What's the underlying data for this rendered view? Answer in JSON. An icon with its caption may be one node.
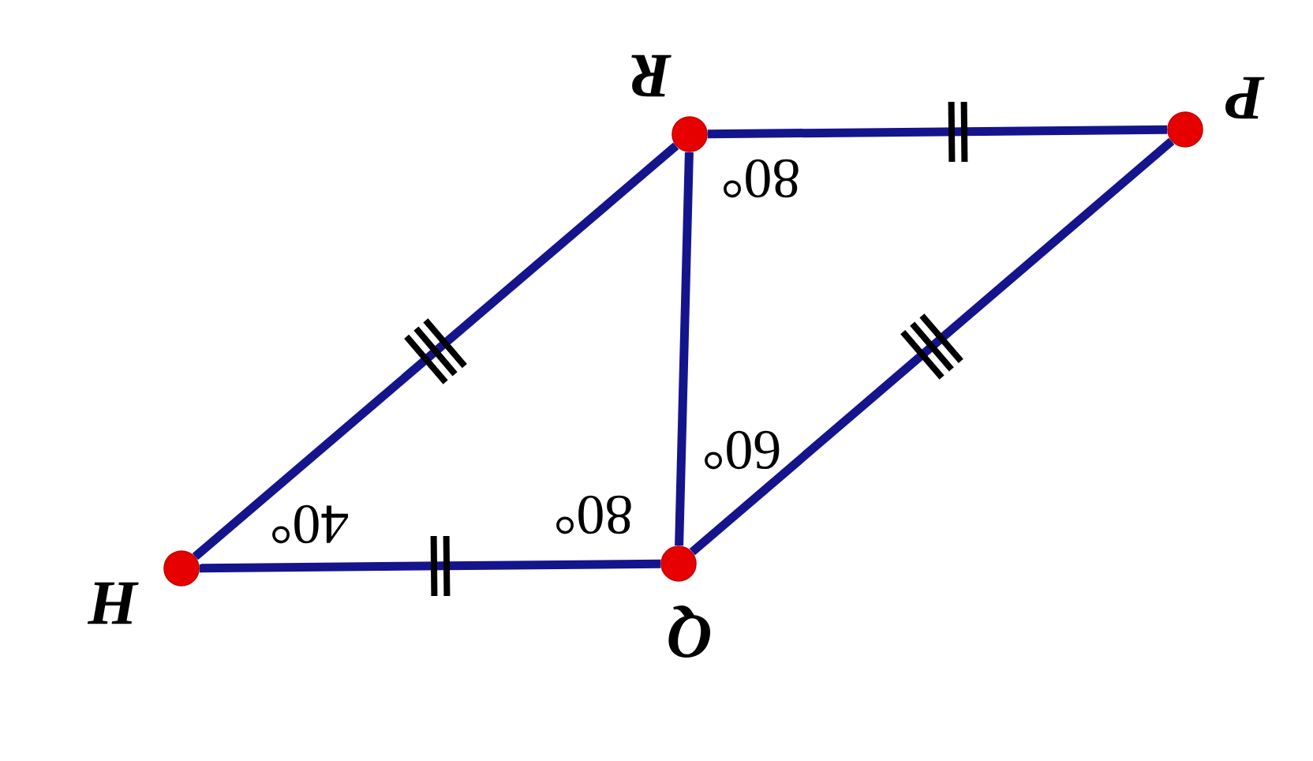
{
  "diagram": {
    "nodes": [
      {
        "text": [],
        "shape": "circle",
        "beside": [
          "R"
        ]
      },
      {
        "text": [],
        "shape": "circle",
        "beside": [
          "P"
        ]
      },
      {
        "text": [],
        "shape": "circle",
        "beside": [
          "H"
        ]
      },
      {
        "text": [],
        "shape": "circle",
        "beside": [
          "Q"
        ]
      }
    ],
    "edges": [
      {
        "from": 0,
        "to": 1,
        "arrow": "none"
      },
      {
        "from": 1,
        "to": 3,
        "arrow": "none"
      },
      {
        "from": 3,
        "to": 2,
        "arrow": "none"
      },
      {
        "from": 2,
        "to": 0,
        "arrow": "none"
      },
      {
        "from": 0,
        "to": 3,
        "arrow": "none"
      }
    ],
    "labels": [
      "80°",
      "60°",
      "80°",
      "40°"
    ]
  }
}
